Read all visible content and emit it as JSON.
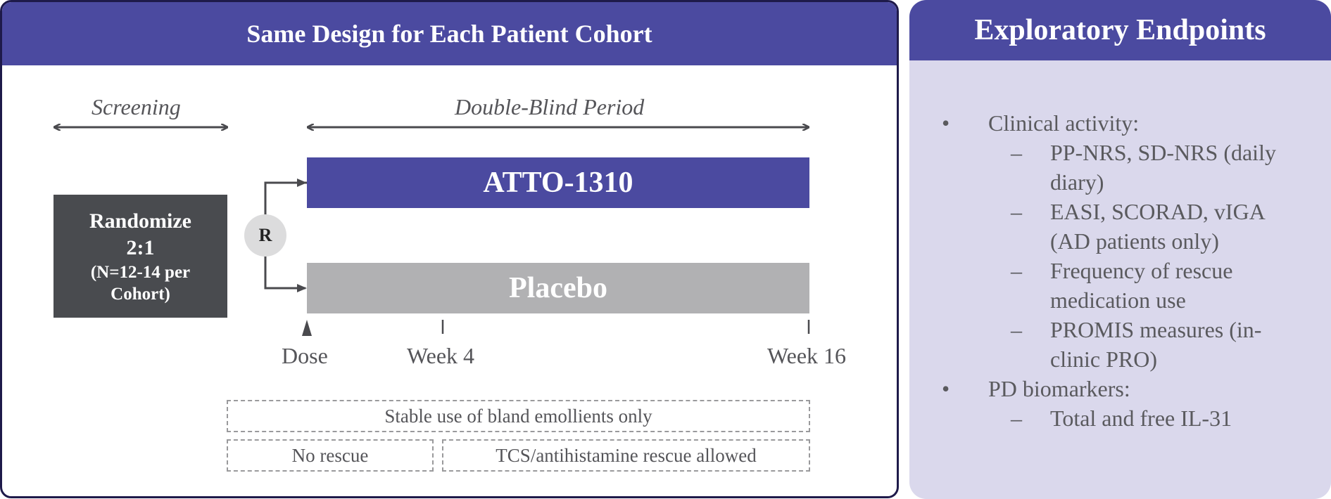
{
  "left_panel": {
    "title": "Same Design for Each Patient Cohort",
    "screening_label": "Screening",
    "double_blind_label": "Double-Blind Period",
    "randomize": {
      "line1": "Randomize",
      "line2": "2:1",
      "line3": "(N=12-14 per",
      "line4": "Cohort)"
    },
    "r_label": "R",
    "arm_drug": "ATTO-1310",
    "arm_placebo": "Placebo",
    "timepoints": {
      "dose": "Dose",
      "week4": "Week 4",
      "week16": "Week 16"
    },
    "notes": {
      "emollients": "Stable use of bland emollients only",
      "no_rescue": "No rescue",
      "rescue_allowed": "TCS/antihistamine rescue allowed"
    },
    "colors": {
      "header": "#4b4aa0",
      "drug_bar": "#4b4aa0",
      "placebo_bar": "#b1b1b3",
      "randomize_box": "#494b4f"
    }
  },
  "right_panel": {
    "title": "Exploratory Endpoints",
    "bullet_symbol": "•",
    "dash_symbol": "–",
    "sections": [
      {
        "label": "Clinical activity:",
        "items": [
          {
            "line1": "PP-NRS, SD-NRS (daily",
            "line2": "diary)"
          },
          {
            "line1": "EASI, SCORAD, vIGA",
            "line2": "(AD patients only)"
          },
          {
            "line1": "Frequency of rescue",
            "line2": "medication use"
          },
          {
            "line1": "PROMIS measures (in-",
            "line2": "clinic PRO)"
          }
        ]
      },
      {
        "label": "PD biomarkers:",
        "items": [
          {
            "line1": "Total and free IL-31"
          }
        ]
      }
    ],
    "colors": {
      "header": "#4b4aa0",
      "background": "#dad8ec"
    }
  }
}
